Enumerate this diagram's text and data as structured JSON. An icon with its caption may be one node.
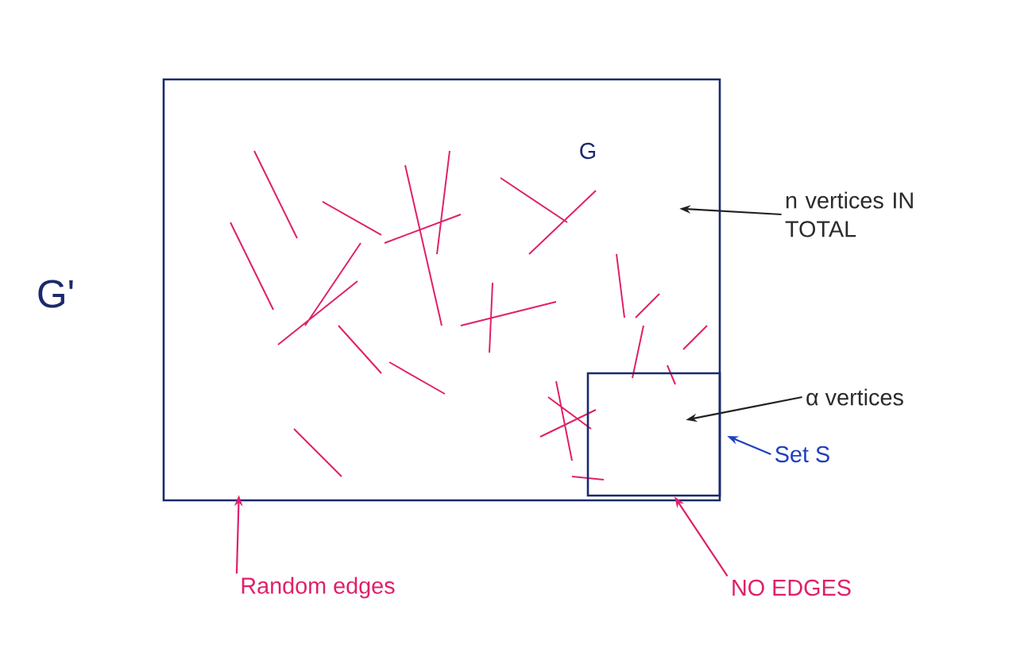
{
  "diagram": {
    "nodes": [
      {
        "text": [
          "G"
        ]
      },
      {
        "text": [],
        "shape": "box",
        "in": 0
      },
      {
        "text": [
          "n vertices IN TOTAL"
        ]
      },
      {
        "text": [
          "α vertices"
        ]
      },
      {
        "text": [
          "Set S"
        ]
      },
      {
        "text": [
          "Random edges"
        ]
      },
      {
        "text": [
          "NO EDGES"
        ]
      }
    ],
    "edges": [
      {
        "from": 2,
        "to": 0,
        "arrow": "to"
      },
      {
        "from": 3,
        "to": 1,
        "arrow": "to"
      },
      {
        "from": 4,
        "to": 1,
        "arrow": "to",
        "color": "#1f3fbf"
      },
      {
        "from": 5,
        "to": 0,
        "arrow": "to",
        "color": "#e0206a"
      },
      {
        "from": 6,
        "to": 1,
        "arrow": "to",
        "color": "#e0206a"
      }
    ],
    "labels": [
      "G'"
    ]
  }
}
